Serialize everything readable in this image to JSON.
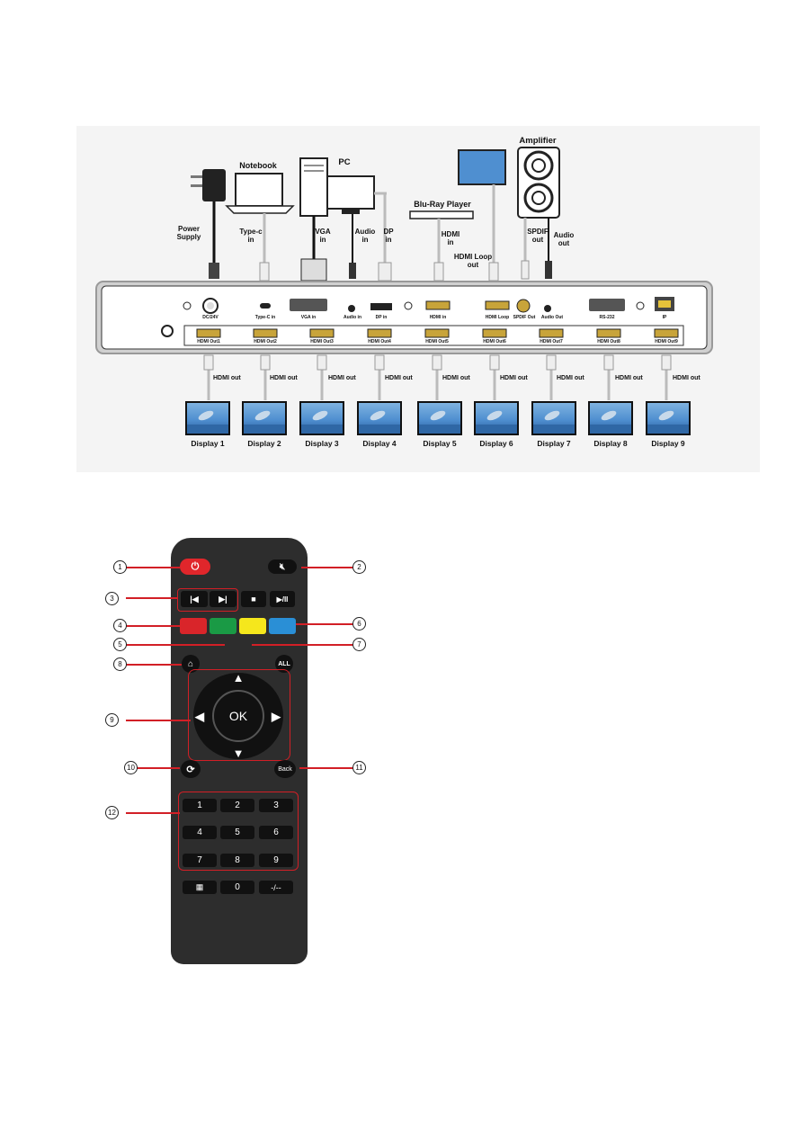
{
  "connection_diagram": {
    "devices": {
      "power_supply": "Power\nSupply",
      "notebook": "Notebook",
      "pc": "PC",
      "blu_ray": "Blu-Ray Player",
      "amplifier": "Amplifier"
    },
    "cable_labels": {
      "type_c_in": "Type-c\nin",
      "vga_in": "VGA\nin",
      "audio_in": "Audio\nin",
      "dp_in": "DP\nin",
      "hdmi_in": "HDMI\nin",
      "hdmi_loop_out": "HDMI Loop\nout",
      "spdif_out": "SPDIF\nout",
      "audio_out": "Audio\nout",
      "hdmi_out": "HDMI out"
    },
    "panel_ports": [
      "DC/24V",
      "Type-C in",
      "VGA in",
      "Audio in",
      "DP in",
      "HDMI in",
      "HDMI Loop",
      "SPDIF Out",
      "Audio Out",
      "RS-232",
      "IP"
    ],
    "panel_outputs": [
      "HDMI Out1",
      "HDMI Out2",
      "HDMI Out3",
      "HDMI Out4",
      "HDMI Out5",
      "HDMI Out6",
      "HDMI Out7",
      "HDMI Out8",
      "HDMI Out9"
    ],
    "displays": [
      "Display 1",
      "Display 2",
      "Display 3",
      "Display 4",
      "Display 5",
      "Display 6",
      "Display 7",
      "Display 8",
      "Display 9"
    ]
  },
  "remote": {
    "callouts": [
      "1",
      "2",
      "3",
      "4",
      "5",
      "6",
      "7",
      "8",
      "9",
      "10",
      "11",
      "12"
    ],
    "ok_label": "OK",
    "all_label": "ALL",
    "back_label": "Back",
    "numbers": [
      "1",
      "2",
      "3",
      "4",
      "5",
      "6",
      "7",
      "8",
      "9"
    ],
    "zero": "0",
    "dash": "-/--",
    "colors": {
      "red": "#d9252a",
      "green": "#1a9a45",
      "yellow": "#f5e71c",
      "blue": "#2a8fd6",
      "power": "#e0262b"
    }
  }
}
